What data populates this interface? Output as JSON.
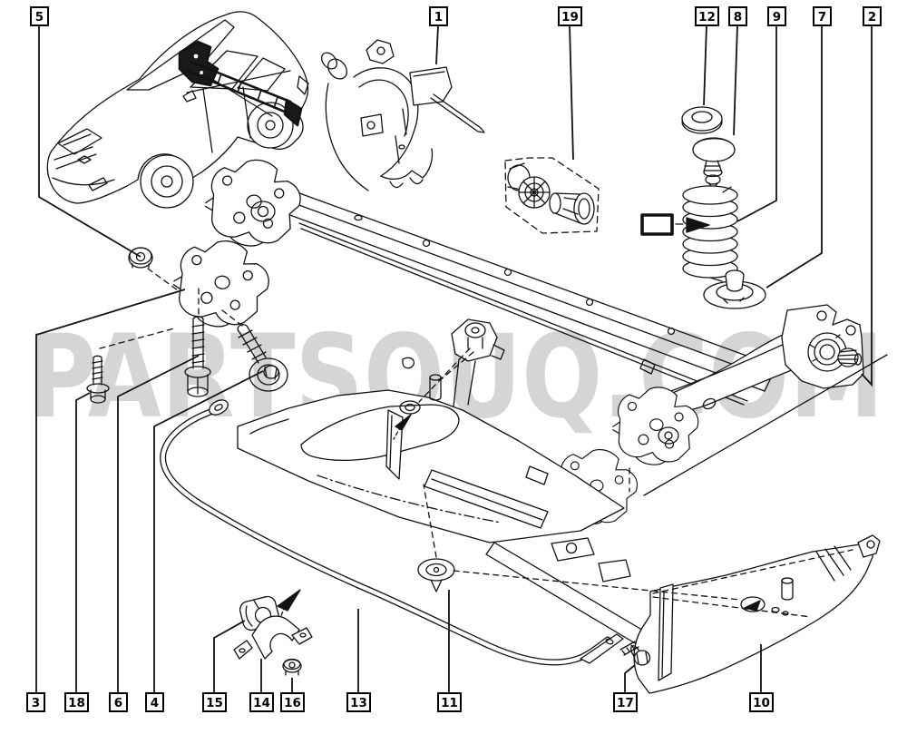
{
  "watermark": {
    "text": "PARTSOUQ.COM",
    "color": "#d5d5d5"
  },
  "colors": {
    "line": "#121212",
    "background": "#ffffff"
  },
  "callouts": {
    "top": [
      {
        "label": "5"
      },
      {
        "label": "1"
      },
      {
        "label": "19"
      },
      {
        "label": "12"
      },
      {
        "label": "8"
      },
      {
        "label": "9"
      },
      {
        "label": "7"
      },
      {
        "label": "2"
      }
    ],
    "bottom": [
      {
        "label": "3"
      },
      {
        "label": "18"
      },
      {
        "label": "6"
      },
      {
        "label": "4"
      },
      {
        "label": "15"
      },
      {
        "label": "14"
      },
      {
        "label": "16"
      },
      {
        "label": "13"
      },
      {
        "label": "11"
      },
      {
        "label": "17"
      },
      {
        "label": "10"
      }
    ]
  }
}
